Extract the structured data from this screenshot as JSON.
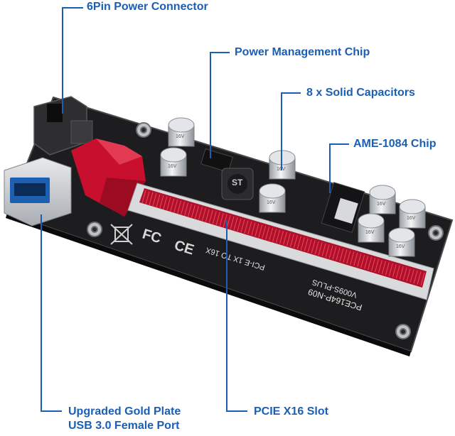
{
  "accent_color": "#1a5fb4",
  "callouts": {
    "pin_connector": "6Pin Power Connector",
    "power_chip": "Power Management Chip",
    "capacitors": "8 x Solid Capacitors",
    "ame_chip": "AME-1084 Chip",
    "usb_line1": "Upgraded Gold Plate",
    "usb_line2": "USB 3.0 Female Port",
    "pcie_slot": "PCIE X16 Slot"
  },
  "board_text": {
    "model": "PCE164P-N09",
    "version": "V009S-PLUS",
    "pcie_label": "PCI-E 1X TO 16X",
    "fc_mark": "FC",
    "ce_mark": "CE",
    "chip_mark": "ST",
    "cap_mark": "16V"
  },
  "icons": [
    "weee-bin-icon",
    "fc-mark-icon",
    "ce-mark-icon"
  ]
}
